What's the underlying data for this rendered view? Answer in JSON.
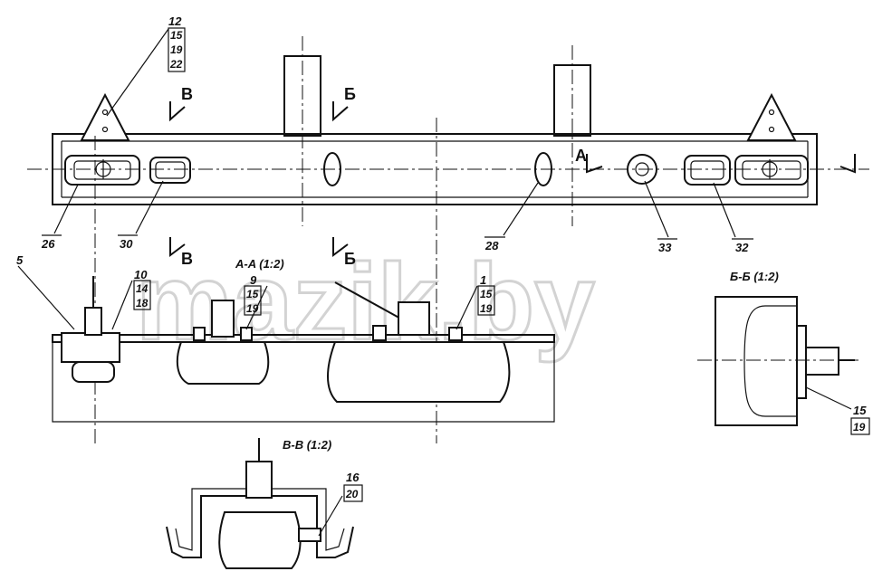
{
  "watermark": "mazik.by",
  "views": {
    "aa_title": "A-A (1:2)",
    "bb_title": "Б-Б (1:2)",
    "vv_title": "B-B (1:2)"
  },
  "section_marks": {
    "v_top": "B",
    "b_top": "Б",
    "v_bottom": "B",
    "b_bottom": "Б",
    "a_mark": "A"
  },
  "callouts": {
    "c12": {
      "top": "12",
      "stack": [
        "15",
        "19",
        "22"
      ]
    },
    "c26": "26",
    "c30": "30",
    "c28": "28",
    "c33": "33",
    "c32": "32",
    "c5": "5",
    "c10": {
      "top": "10",
      "stack": [
        "14",
        "18"
      ]
    },
    "c9": {
      "top": "9",
      "stack": [
        "15",
        "19"
      ]
    },
    "c1": {
      "top": "1",
      "stack": [
        "15",
        "19"
      ]
    },
    "c15bb": {
      "top": "15",
      "stack": [
        "19"
      ]
    },
    "c16": {
      "top": "16",
      "stack": [
        "20"
      ]
    }
  }
}
